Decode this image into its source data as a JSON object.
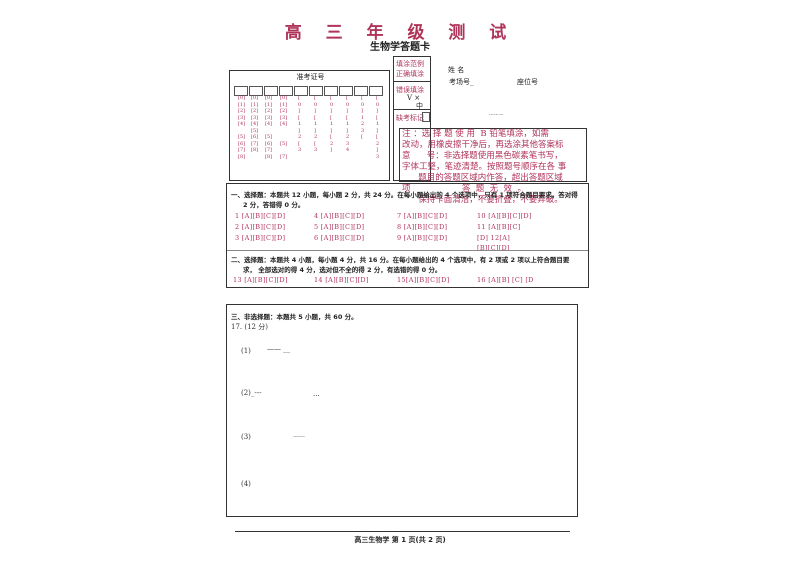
{
  "header": {
    "title": "高 三 年 级 测 试",
    "subtitle": "生物学答题卡"
  },
  "ticket": {
    "label": "准考证号",
    "bubble_columns": [
      "[0]\n[1]\n[2]\n[3]\n[4]\n\n[5]\n[6]\n[7]\n[8]",
      "[0]\n[1]\n[2]\n[3]\n[4]\n[5]\n[6]\n[7]\n[8]",
      "[0]\n[1]\n[2]\n[3]\n[4]\n\n[5]\n[6]\n[7]\n[8]",
      "[0]\n[1]\n[2]\n[3]\n[4]\n\n\n[5]\n\n[7]",
      "[\n0\n]\n[\n1\n]\n2\n[\n3",
      "[\n0\n]\n[\n1\n]\n2\n[\n3",
      "[\n0\n]\n[\n1\n]\n[\n2\n]",
      "[\n0\n]\n[\n1\n]\n2\n3\n4",
      "[\n0\n]\n1\n2\n3\n[",
      "[\n0\n]\n[\n1\n]\n[\n2\n]\n3"
    ]
  },
  "fill_example": {
    "header": "填涂范例",
    "correct": "正确填涂",
    "wrong": "错误填涂",
    "wrong_marks": "V × ",
    "wrong_marks2": "中",
    "absent": "缺考标记"
  },
  "student": {
    "name_label": "姓  名",
    "room_label": "考场号_",
    "seat_label": "座位号",
    "dots": "·-··-··-·"
  },
  "notice": {
    "line1": "注 ：选 择 题 使 用  B 铅笔填涂，如需",
    "line2": "改动，用橡皮擦干净后，再选涂其他答案标",
    "line3": "意      号：非选择题使用黑色碳素笔书写，",
    "line4": "字体工整，笔迹清楚。按照题号顺序在各 事",
    "line5": "      题目的答题区域内作答，超出答题区域",
    "line6": "项                   答  题  无  效  。",
    "line7": "      保持卡面清洁，不要折叠，不要弄破。"
  },
  "section1": {
    "title": "一、选择题：本题共 12 小题，每小题 2 分，共 24 分。在每小题给出的 4 个选项中，只有 1 项符合题目要求。答对得",
    "title2": "2 分，答错得 0 分。",
    "rows": [
      [
        "1  [A][B][C][D]",
        "4 [A][B][C][D]",
        "7 [A][B][C][D]",
        "10 [A][B][C][D]"
      ],
      [
        "2  [A][B][C][D]",
        "5 [A][B][C][D]",
        "8 [A][B][C][D]",
        "11 [A][B][C]"
      ],
      [
        "3  [A][B][C][D]",
        "6 [A][B][C][D]",
        "9 [A][B][C][D]",
        "[D] 12[A]"
      ]
    ],
    "extra": "[B][C][D]"
  },
  "section2": {
    "title": "二、选择题：本题共 4 小题，每小题 4 分，共 16 分。在每小题给出的 4 个选项中，有 2 项或 2 项以上符合题目要",
    "title2": "求，   全部选对的得 4 分，选对但不全的得 2 分，有选错的得 0 分。",
    "items": [
      "13 [A][B][C][D]",
      "14 [A][B][C][D]",
      "15[A][B][C][D]",
      "16 [A][B] [C] [D"
    ]
  },
  "section3": {
    "title": "三、非选择题：本题共 5 小题，共 60 分。",
    "question": "17.  (12 分)",
    "parts": [
      {
        "label": "(1)",
        "blank": "——  __"
      },
      {
        "label": "(2)_---",
        "blank": "..."
      },
      {
        "label": "(3)",
        "blank": "-------"
      },
      {
        "label": "(4)",
        "blank": ""
      }
    ]
  },
  "footer": {
    "text": "高三生物学   第 1 页(共 2 页)"
  }
}
